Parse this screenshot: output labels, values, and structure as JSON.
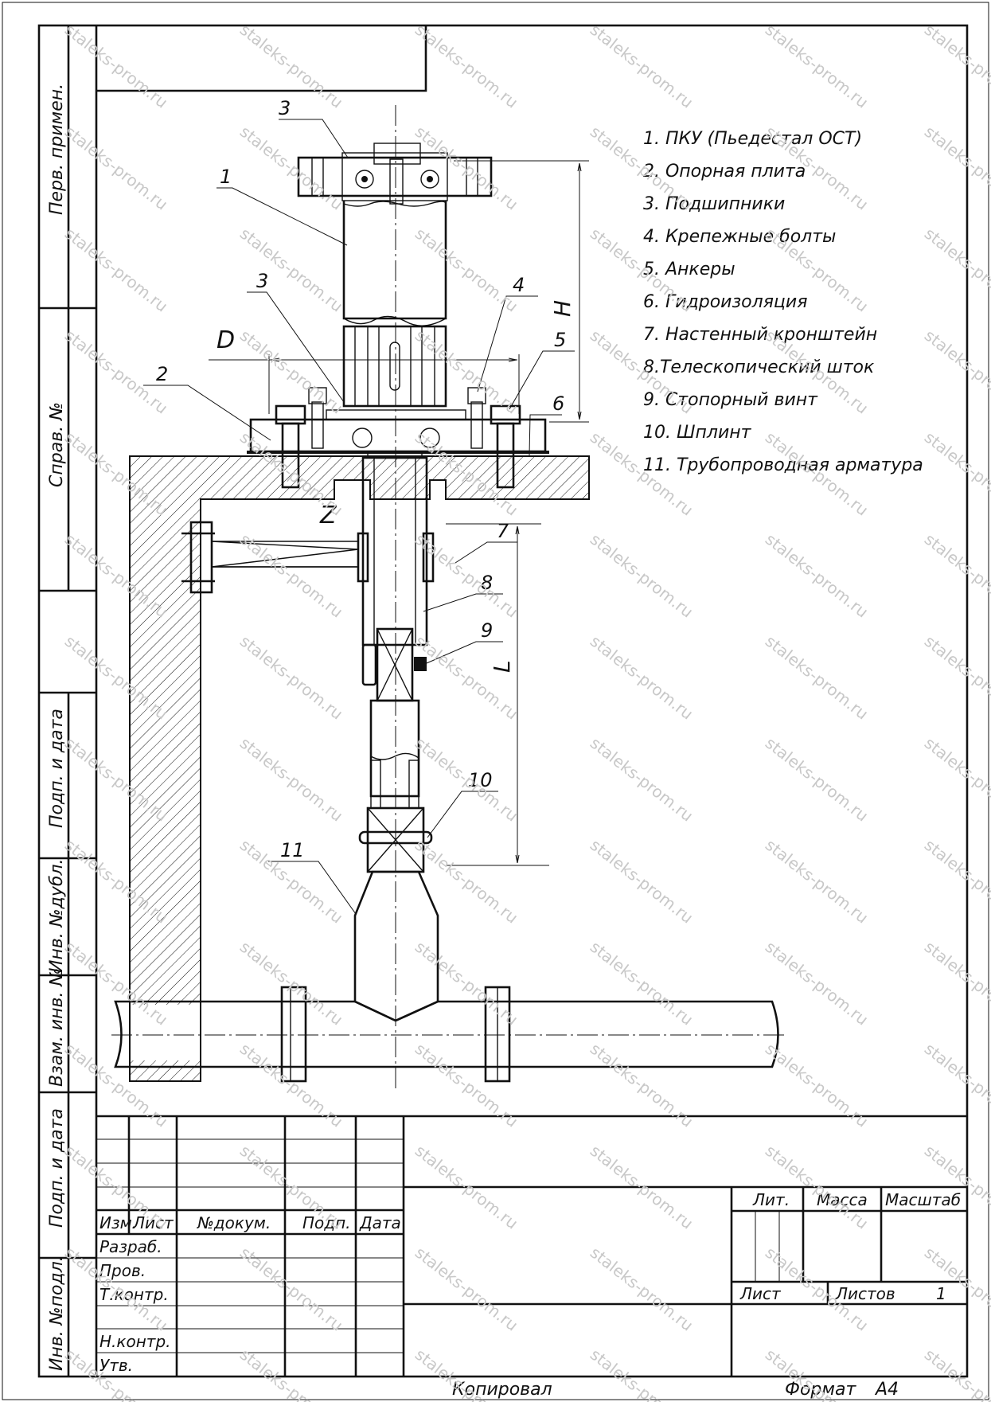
{
  "watermark": "staleks-prom.ru",
  "legend": [
    "1. ПКУ (Пьедестал ОСТ)",
    "2. Опорная плита",
    "3. Подшипники",
    "4. Крепежные болты",
    "5. Анкеры",
    "6. Гидроизоляция",
    "7. Настенный кронштейн",
    "8.Телескопический шток",
    "9. Стопорный винт",
    "10. Шплинт",
    "11. Трубопроводная арматура"
  ],
  "callouts": {
    "c1": "1",
    "c2": "2",
    "c3a": "3",
    "c3b": "3",
    "c4": "4",
    "c5": "5",
    "c6": "6",
    "c7": "7",
    "c8": "8",
    "c9": "9",
    "c10": "10",
    "c11": "11"
  },
  "dimensions": {
    "D": "D",
    "H": "H",
    "L": "L",
    "Z": "Z"
  },
  "side_strip": [
    "Перв. примен.",
    "Справ. №",
    "Подп. и дата",
    "Инв. №дубл.",
    "Взам. инв. №",
    "Подп. и дата",
    "Инв. №подл."
  ],
  "title_block": {
    "col_headers": [
      "Изм.",
      "Лист",
      "№докум.",
      "Подп.",
      "Дата"
    ],
    "rows": [
      "Разраб.",
      "Пров.",
      "Т.контр.",
      "Н.контр.",
      "Утв."
    ],
    "lit": "Лит.",
    "mass": "Масса",
    "scale": "Масштаб",
    "sheet": "Лист",
    "sheets": "Листов",
    "sheets_value": "1"
  },
  "footer": {
    "copied": "Копировал",
    "format_label": "Формат",
    "format_value": "А4"
  }
}
